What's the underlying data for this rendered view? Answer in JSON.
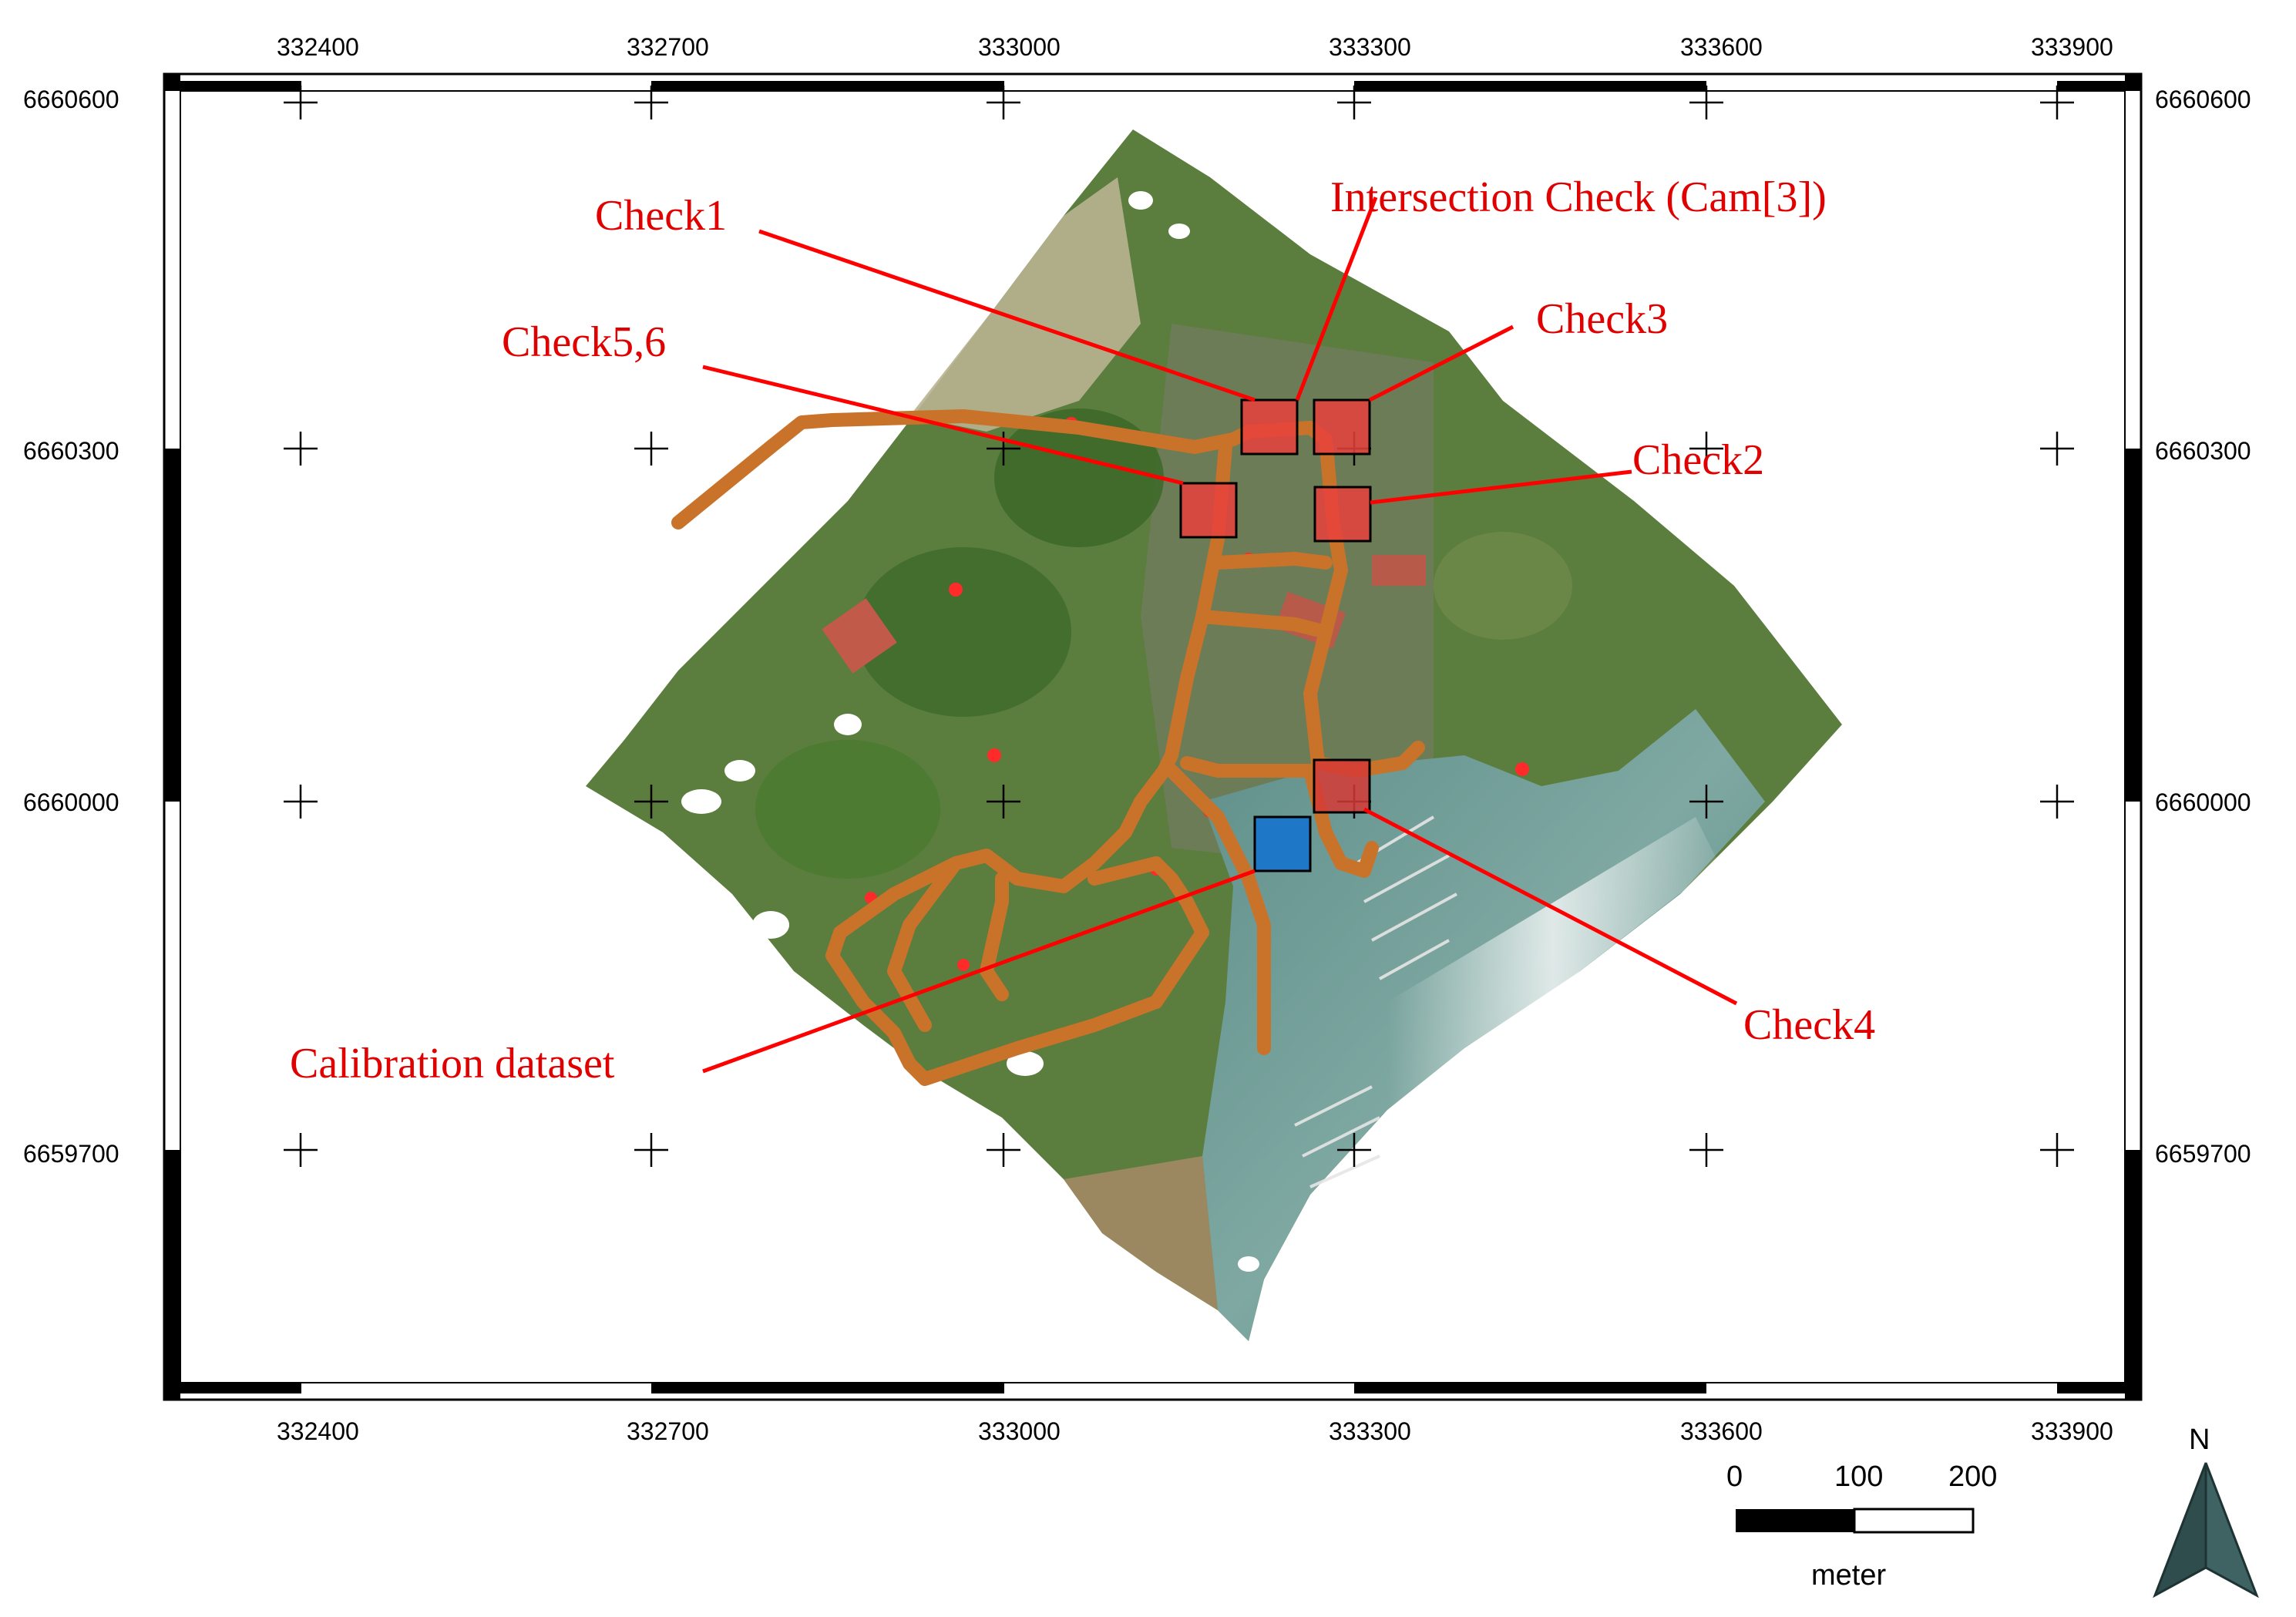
{
  "map": {
    "x_ticks": [
      "332400",
      "332700",
      "333000",
      "333300",
      "333600",
      "333900"
    ],
    "y_ticks": [
      "6660600",
      "6660300",
      "6660000",
      "6659700"
    ],
    "annotations": {
      "check1": "Check1",
      "intersection": "Intersection Check (Cam[3])",
      "check3": "Check3",
      "check56": "Check5,6",
      "check2": "Check2",
      "check4": "Check4",
      "calibration": "Calibration dataset"
    },
    "colors": {
      "annotation_text": "#e00000",
      "leader_line": "#ff0000",
      "check_box": "#e8413c",
      "calibration_box": "#1f77c8",
      "trajectory": "#c9732a",
      "frame": "#000000"
    },
    "scale_bar": {
      "labels": [
        "0",
        "100",
        "200"
      ],
      "unit": "meter"
    },
    "north_arrow": {
      "label": "N"
    }
  }
}
